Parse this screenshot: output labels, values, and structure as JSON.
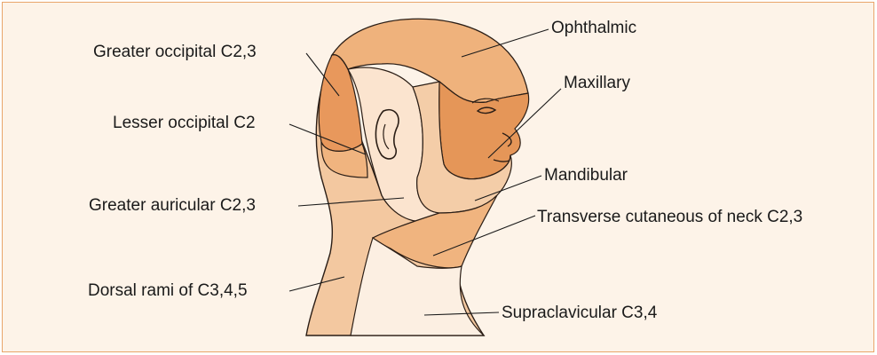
{
  "labels": {
    "ophthalmic": "Ophthalmic",
    "maxillary": "Maxillary",
    "mandibular": "Mandibular",
    "transverse_cutaneous": "Transverse cutaneous of neck C2,3",
    "supraclavicular": "Supraclavicular C3,4",
    "greater_occipital": "Greater occipital C2,3",
    "lesser_occipital": "Lesser occipital C2",
    "greater_auricular": "Greater auricular C2,3",
    "dorsal_rami": "Dorsal rami of C3,4,5"
  },
  "colors": {
    "background": "#fdf3e8",
    "border": "#e9a56a",
    "ophthalmic": "#efb27c",
    "maxillary": "#e59658",
    "mandibular": "#f4cda8",
    "occipital": "#e8985c",
    "auricular": "#fbe4cf",
    "neck": "#f6cfa9",
    "supraclavicular": "#fcefe2",
    "dorsal": "#f3c8a0",
    "outline": "#2b1e16"
  }
}
